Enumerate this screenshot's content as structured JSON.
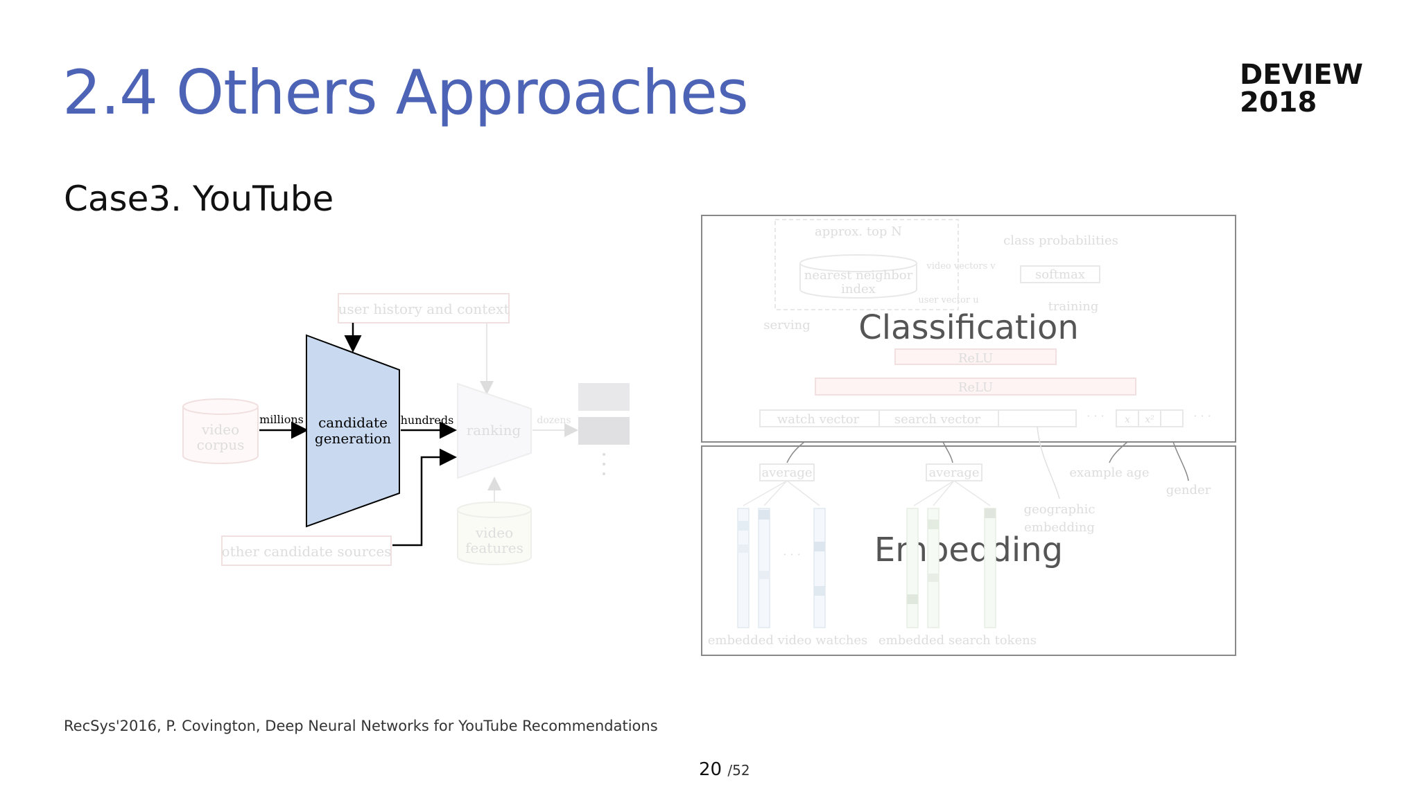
{
  "slide": {
    "title": "2.4 Others Approaches",
    "brand_line1": "DEVIEW",
    "brand_line2": "2018",
    "subtitle": "Case3. YouTube",
    "citation": "RecSys'2016, P. Covington, Deep Neural Networks for YouTube Recommendations",
    "page_current": "20",
    "page_total": "/52"
  },
  "left_diagram": {
    "user_history": "user history and context",
    "video_corpus_1": "video",
    "video_corpus_2": "corpus",
    "millions": "millions",
    "candidate_1": "candidate",
    "candidate_2": "generation",
    "hundreds": "hundreds",
    "ranking": "ranking",
    "dozens": "dozens",
    "other_sources": "other candidate sources",
    "video_features_1": "video",
    "video_features_2": "features"
  },
  "right_diagram": {
    "approx_top": "approx. top N",
    "class_probabilities": "class probabilities",
    "nearest_1": "nearest neighbor",
    "nearest_2": "index",
    "video_vectors": "video vectors v",
    "softmax": "softmax",
    "user_vector": "user vector u",
    "training": "training",
    "serving": "serving",
    "classification": "Classification",
    "relu_1": "ReLU",
    "relu_2": "ReLU",
    "watch_vector": "watch vector",
    "search_vector": "search vector",
    "x_label": "x",
    "x2_label": "x²",
    "average_1": "average",
    "average_2": "average",
    "example_age": "example age",
    "gender": "gender",
    "geographic_1": "geographic",
    "geographic_2": "embedding",
    "embedding": "Embedding",
    "embedded_watches": "embedded video watches",
    "embedded_tokens": "embedded search tokens"
  },
  "colors": {
    "title": "#4d63b5",
    "candidate_fill": "#c9daf0",
    "faded_text": "#dddddd"
  }
}
